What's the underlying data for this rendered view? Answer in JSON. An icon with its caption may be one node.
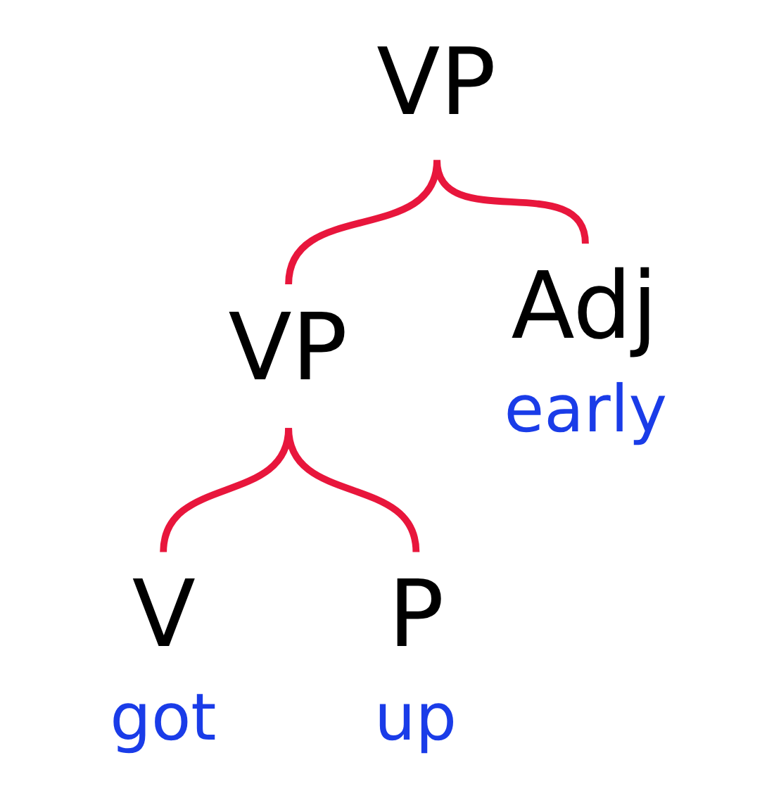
{
  "diagram": {
    "nodes": [
      {
        "text": [
          "VP"
        ]
      },
      {
        "text": [
          "VP"
        ]
      },
      {
        "text": [
          "Adj"
        ],
        "beside": [
          "early"
        ]
      },
      {
        "text": [
          "V"
        ],
        "beside": [
          "got"
        ]
      },
      {
        "text": [
          "P"
        ],
        "beside": [
          "up"
        ]
      }
    ],
    "edges": [
      {
        "from": 0,
        "to": 1,
        "arrow": "none"
      },
      {
        "from": 0,
        "to": 2,
        "arrow": "none"
      },
      {
        "from": 1,
        "to": 3,
        "arrow": "none"
      },
      {
        "from": 1,
        "to": 4,
        "arrow": "none"
      }
    ]
  }
}
